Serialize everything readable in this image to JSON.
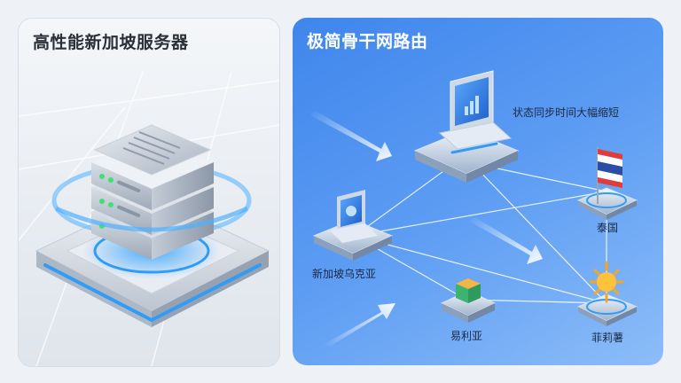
{
  "left_panel": {
    "title": "高性能新加坡服务器"
  },
  "right_panel": {
    "title": "极简骨干网路由",
    "nodes": {
      "hub_label": "状态同步时间大幅缩短",
      "thailand_label": "泰国",
      "singapore_label": "新加坡乌克亚",
      "ethiopia_label": "易利亚",
      "philippines_label": "菲莉薯"
    }
  },
  "colors": {
    "accent_blue": "#3f86ec",
    "server_glow": "#2f9cf7",
    "line_color": "#ffffff"
  }
}
